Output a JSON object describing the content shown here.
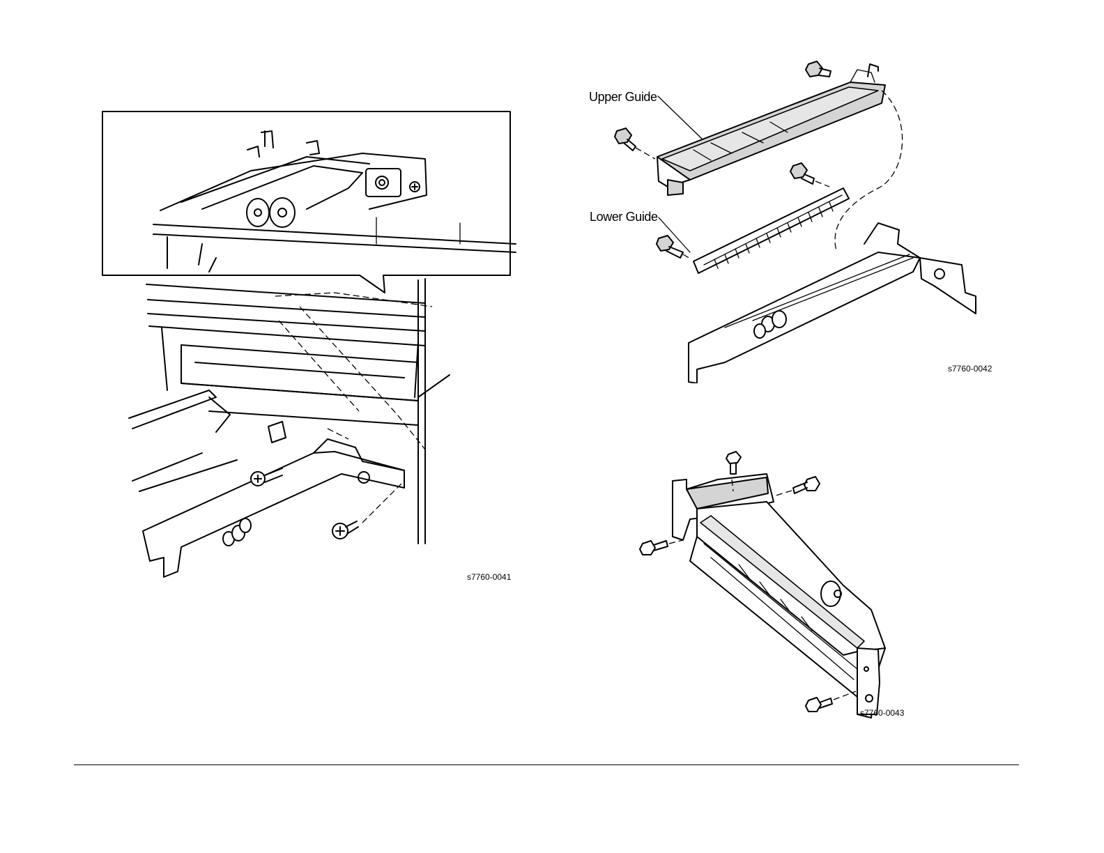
{
  "figures": [
    {
      "id": "fig1",
      "code": "s7760-0041"
    },
    {
      "id": "fig2",
      "code": "s7760-0042",
      "labels": {
        "upper": "Upper Guide",
        "lower": "Lower Guide"
      }
    },
    {
      "id": "fig3",
      "code": "s7760-0043"
    }
  ]
}
